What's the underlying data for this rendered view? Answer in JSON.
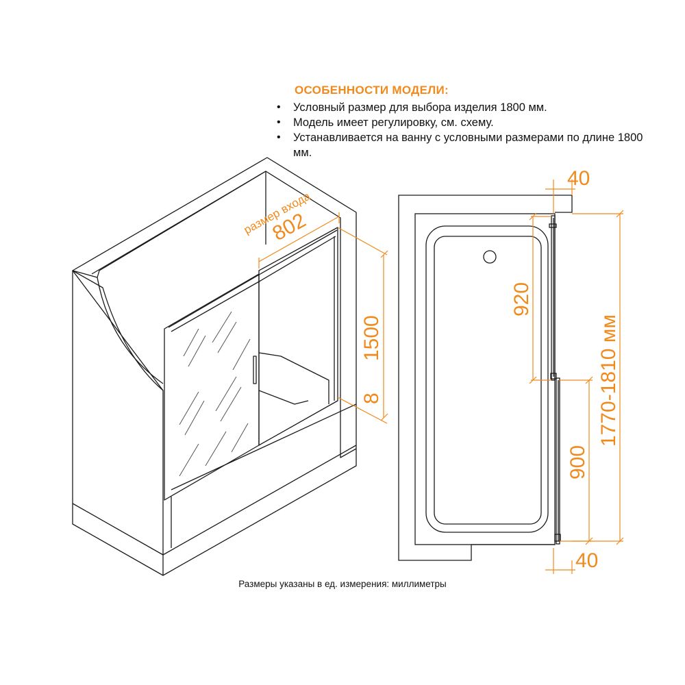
{
  "features": {
    "title": "ОСОБЕННОСТИ МОДЕЛИ:",
    "items": [
      "Условный размер для выбора изделия 1800 мм.",
      "Модель имеет регулировку, см. схему.",
      "Устанавливается на ванну с условными размерами по длине 1800 мм."
    ]
  },
  "left_view": {
    "entrance_caption": "размер входа",
    "entrance_width": "802",
    "height": "1500",
    "gap": "8"
  },
  "right_view": {
    "top_wall": "40",
    "bottom_wall": "40",
    "upper_panel": "920",
    "lower_panel": "900",
    "total_range": "1770-1810 мм"
  },
  "footnote": "Размеры указаны в ед. измерения: миллиметры",
  "colors": {
    "dimension": "#f08a1c",
    "line": "#1a1a1a"
  }
}
